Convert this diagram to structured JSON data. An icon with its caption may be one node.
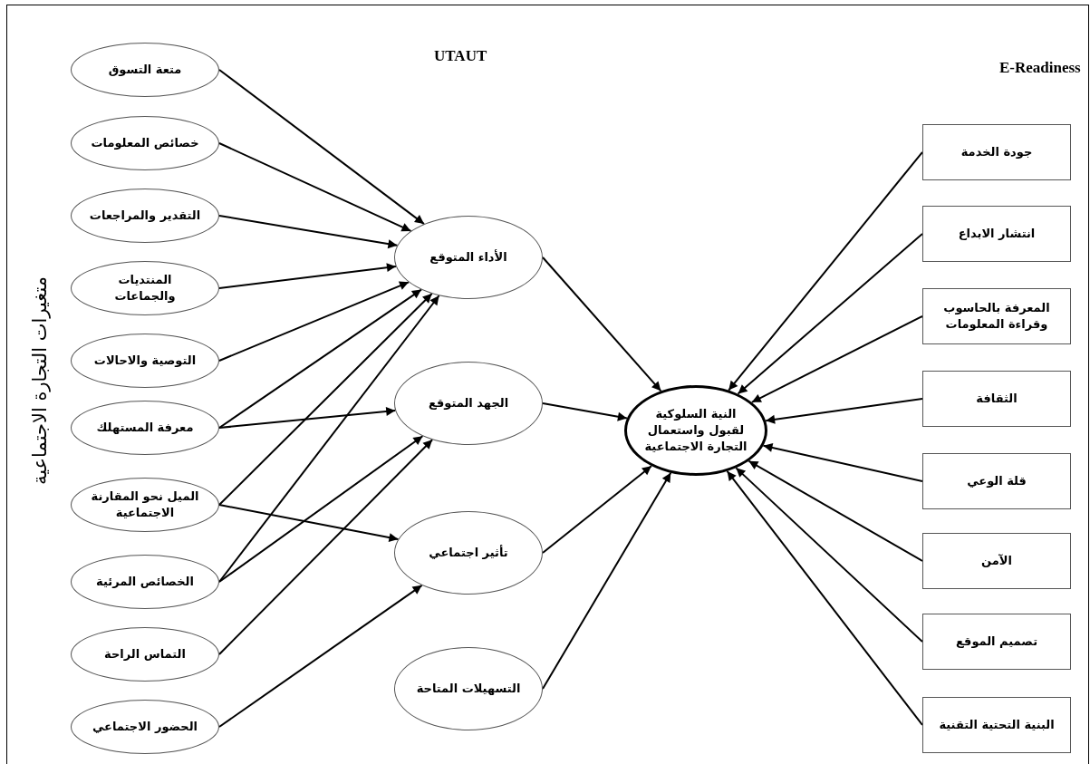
{
  "diagram": {
    "nodes": [
      {
        "text": [
          "متعة التسوق"
        ]
      },
      {
        "text": [
          "خصائص المعلومات"
        ]
      },
      {
        "text": [
          "التقدير والمراجعات"
        ]
      },
      {
        "text": [
          "المنتديات والجماعات"
        ]
      },
      {
        "text": [
          "التوصية والاحالات"
        ]
      },
      {
        "text": [
          "معرفة المستهلك"
        ]
      },
      {
        "text": [
          "الميل نحو المقارنة الاجتماعية"
        ]
      },
      {
        "text": [
          "الخصائص المرئية"
        ]
      },
      {
        "text": [
          "التماس الراحة"
        ]
      },
      {
        "text": [
          "الحضور الاجتماعي"
        ]
      },
      {
        "text": [
          "الأداء المتوقع"
        ]
      },
      {
        "text": [
          "الجهد المتوقع"
        ]
      },
      {
        "text": [
          "تأثير اجتماعي"
        ]
      },
      {
        "text": [
          "التسهيلات المتاحة"
        ]
      },
      {
        "text": [
          "النية السلوكية لقبول واستعمال التجارة الاجتماعية"
        ]
      },
      {
        "text": [
          "جودة الخدمة"
        ]
      },
      {
        "text": [
          "انتشار الابداع"
        ]
      },
      {
        "text": [
          "المعرفة بالحاسوب وقراءة المعلومات"
        ]
      },
      {
        "text": [
          "الثقافة"
        ]
      },
      {
        "text": [
          "قلة الوعي"
        ]
      },
      {
        "text": [
          "الآمن"
        ]
      },
      {
        "text": [
          "تصميم الموقع"
        ]
      },
      {
        "text": [
          "البنية التحتية التقنية"
        ]
      }
    ],
    "edges": [
      {
        "from": 0,
        "to": 10,
        "arrow": "to"
      },
      {
        "from": 1,
        "to": 10,
        "arrow": "to"
      },
      {
        "from": 2,
        "to": 10,
        "arrow": "to"
      },
      {
        "from": 3,
        "to": 10,
        "arrow": "to"
      },
      {
        "from": 4,
        "to": 10,
        "arrow": "to"
      },
      {
        "from": 5,
        "to": 10,
        "arrow": "to"
      },
      {
        "from": 5,
        "to": 11,
        "arrow": "to"
      },
      {
        "from": 6,
        "to": 10,
        "arrow": "to"
      },
      {
        "from": 6,
        "to": 12,
        "arrow": "to"
      },
      {
        "from": 7,
        "to": 10,
        "arrow": "to"
      },
      {
        "from": 7,
        "to": 11,
        "arrow": "to"
      },
      {
        "from": 8,
        "to": 11,
        "arrow": "to"
      },
      {
        "from": 9,
        "to": 12,
        "arrow": "to"
      },
      {
        "from": 10,
        "to": 14,
        "arrow": "to"
      },
      {
        "from": 11,
        "to": 14,
        "arrow": "to"
      },
      {
        "from": 12,
        "to": 14,
        "arrow": "to"
      },
      {
        "from": 13,
        "to": 14,
        "arrow": "to"
      },
      {
        "from": 15,
        "to": 14,
        "arrow": "to"
      },
      {
        "from": 16,
        "to": 14,
        "arrow": "to"
      },
      {
        "from": 17,
        "to": 14,
        "arrow": "to"
      },
      {
        "from": 18,
        "to": 14,
        "arrow": "to"
      },
      {
        "from": 19,
        "to": 14,
        "arrow": "to"
      },
      {
        "from": 20,
        "to": 14,
        "arrow": "to"
      },
      {
        "from": 21,
        "to": 14,
        "arrow": "to"
      },
      {
        "from": 22,
        "to": 14,
        "arrow": "to"
      }
    ],
    "labels": [
      "UTAUT",
      "E-Readiness",
      "متغيرات التجارة الاجتماعية"
    ]
  }
}
